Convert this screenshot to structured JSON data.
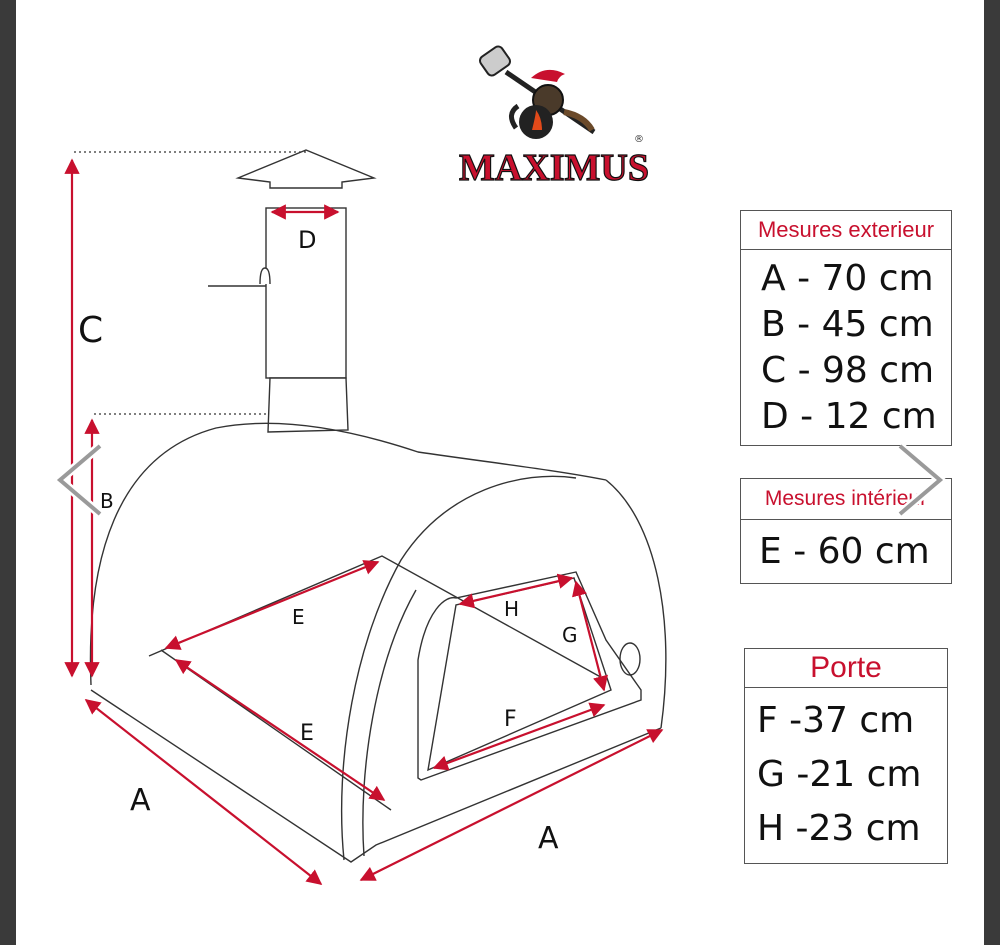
{
  "logo": {
    "brand": "MAXIMUS",
    "registered": "®"
  },
  "diagram_labels": {
    "A_left": "A",
    "A_right": "A",
    "B": "B",
    "C": "C",
    "D": "D",
    "E_top": "E",
    "E_bottom": "E",
    "F": "F",
    "G": "G",
    "H": "H"
  },
  "exterior": {
    "title": "Mesures exterieur",
    "rows": [
      "A - 70  cm",
      "B - 45  cm",
      "C - 98  cm",
      "D - 12  cm"
    ]
  },
  "interior": {
    "title": "Mesures intérieur",
    "rows": [
      "E - 60 cm"
    ]
  },
  "door": {
    "title": "Porte",
    "rows": [
      "F -37  cm",
      "G -21  cm",
      "H -23 cm"
    ]
  },
  "colors": {
    "accent": "#c8102e",
    "backdrop": "#3a3a3a",
    "stage": "#ffffff"
  },
  "icons": {
    "prev": "chevron-left-icon",
    "next": "chevron-right-icon"
  }
}
